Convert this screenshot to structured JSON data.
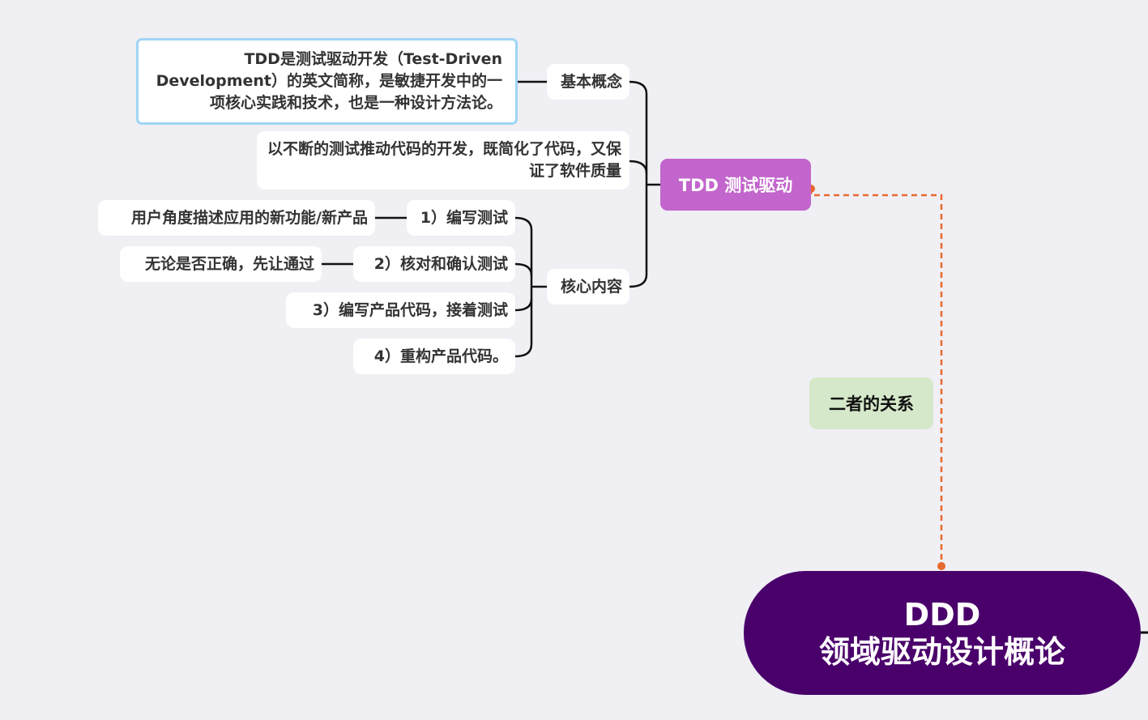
{
  "root": {
    "line1": "DDD",
    "line2": "领域驱动设计概论"
  },
  "tdd": {
    "label": "TDD 测试驱动"
  },
  "relation": {
    "label": "二者的关系"
  },
  "branches": {
    "basic_concept": "基本概念",
    "basic_concept_detail": "TDD是测试驱动开发（Test-Driven Development）的英文简称，是敏捷开发中的一项核心实践和技术，也是一种设计方法论。",
    "summary": "以不断的测试推动代码的开发，既简化了代码，又保证了软件质量",
    "core_content": "核心内容",
    "steps": [
      {
        "label": "1）编写测试",
        "detail": "用户角度描述应用的新功能/新产品"
      },
      {
        "label": "2）核对和确认测试",
        "detail": "无论是否正确，先让通过"
      },
      {
        "label": "3）编写产品代码，接着测试",
        "detail": ""
      },
      {
        "label": "4）重构产品代码。",
        "detail": ""
      }
    ]
  },
  "colors": {
    "background": "#efeff4",
    "root": "#4a006b",
    "tdd": "#c265cc",
    "relation": "#d5e8c9",
    "dashed_link": "#e8692f",
    "selection_border": "#9fd5f5"
  }
}
